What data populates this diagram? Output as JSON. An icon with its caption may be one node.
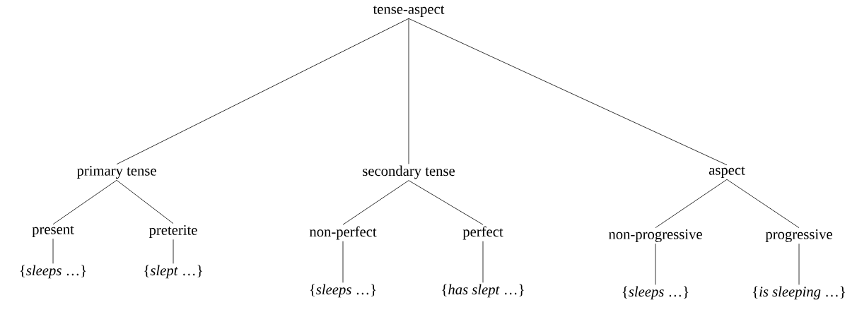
{
  "diagram": {
    "nodes": [
      {
        "text": [
          "tense-aspect"
        ]
      },
      {
        "text": [
          "primary tense"
        ]
      },
      {
        "text": [
          "secondary tense"
        ]
      },
      {
        "text": [
          "aspect"
        ]
      },
      {
        "text": [
          "present"
        ]
      },
      {
        "text": [
          "preterite"
        ]
      },
      {
        "text": [
          "non-perfect"
        ]
      },
      {
        "text": [
          "perfect"
        ]
      },
      {
        "text": [
          "non-progressive"
        ]
      },
      {
        "text": [
          "progressive"
        ]
      },
      {
        "text": [
          "{*sleeps* …}"
        ]
      },
      {
        "text": [
          "{*slept* …}"
        ]
      },
      {
        "text": [
          "{*sleeps* …}"
        ]
      },
      {
        "text": [
          "{*has slept* …}"
        ]
      },
      {
        "text": [
          "{*sleeps* …}"
        ]
      },
      {
        "text": [
          "{*is sleeping* …}"
        ]
      }
    ],
    "edges": [
      {
        "from": 0,
        "to": 1,
        "arrow": "none"
      },
      {
        "from": 0,
        "to": 2,
        "arrow": "none"
      },
      {
        "from": 0,
        "to": 3,
        "arrow": "none"
      },
      {
        "from": 1,
        "to": 4,
        "arrow": "none"
      },
      {
        "from": 1,
        "to": 5,
        "arrow": "none"
      },
      {
        "from": 2,
        "to": 6,
        "arrow": "none"
      },
      {
        "from": 2,
        "to": 7,
        "arrow": "none"
      },
      {
        "from": 3,
        "to": 8,
        "arrow": "none"
      },
      {
        "from": 3,
        "to": 9,
        "arrow": "none"
      },
      {
        "from": 4,
        "to": 10,
        "arrow": "none"
      },
      {
        "from": 5,
        "to": 11,
        "arrow": "none"
      },
      {
        "from": 6,
        "to": 12,
        "arrow": "none"
      },
      {
        "from": 7,
        "to": 13,
        "arrow": "none"
      },
      {
        "from": 8,
        "to": 14,
        "arrow": "none"
      },
      {
        "from": 9,
        "to": 15,
        "arrow": "none"
      }
    ]
  }
}
